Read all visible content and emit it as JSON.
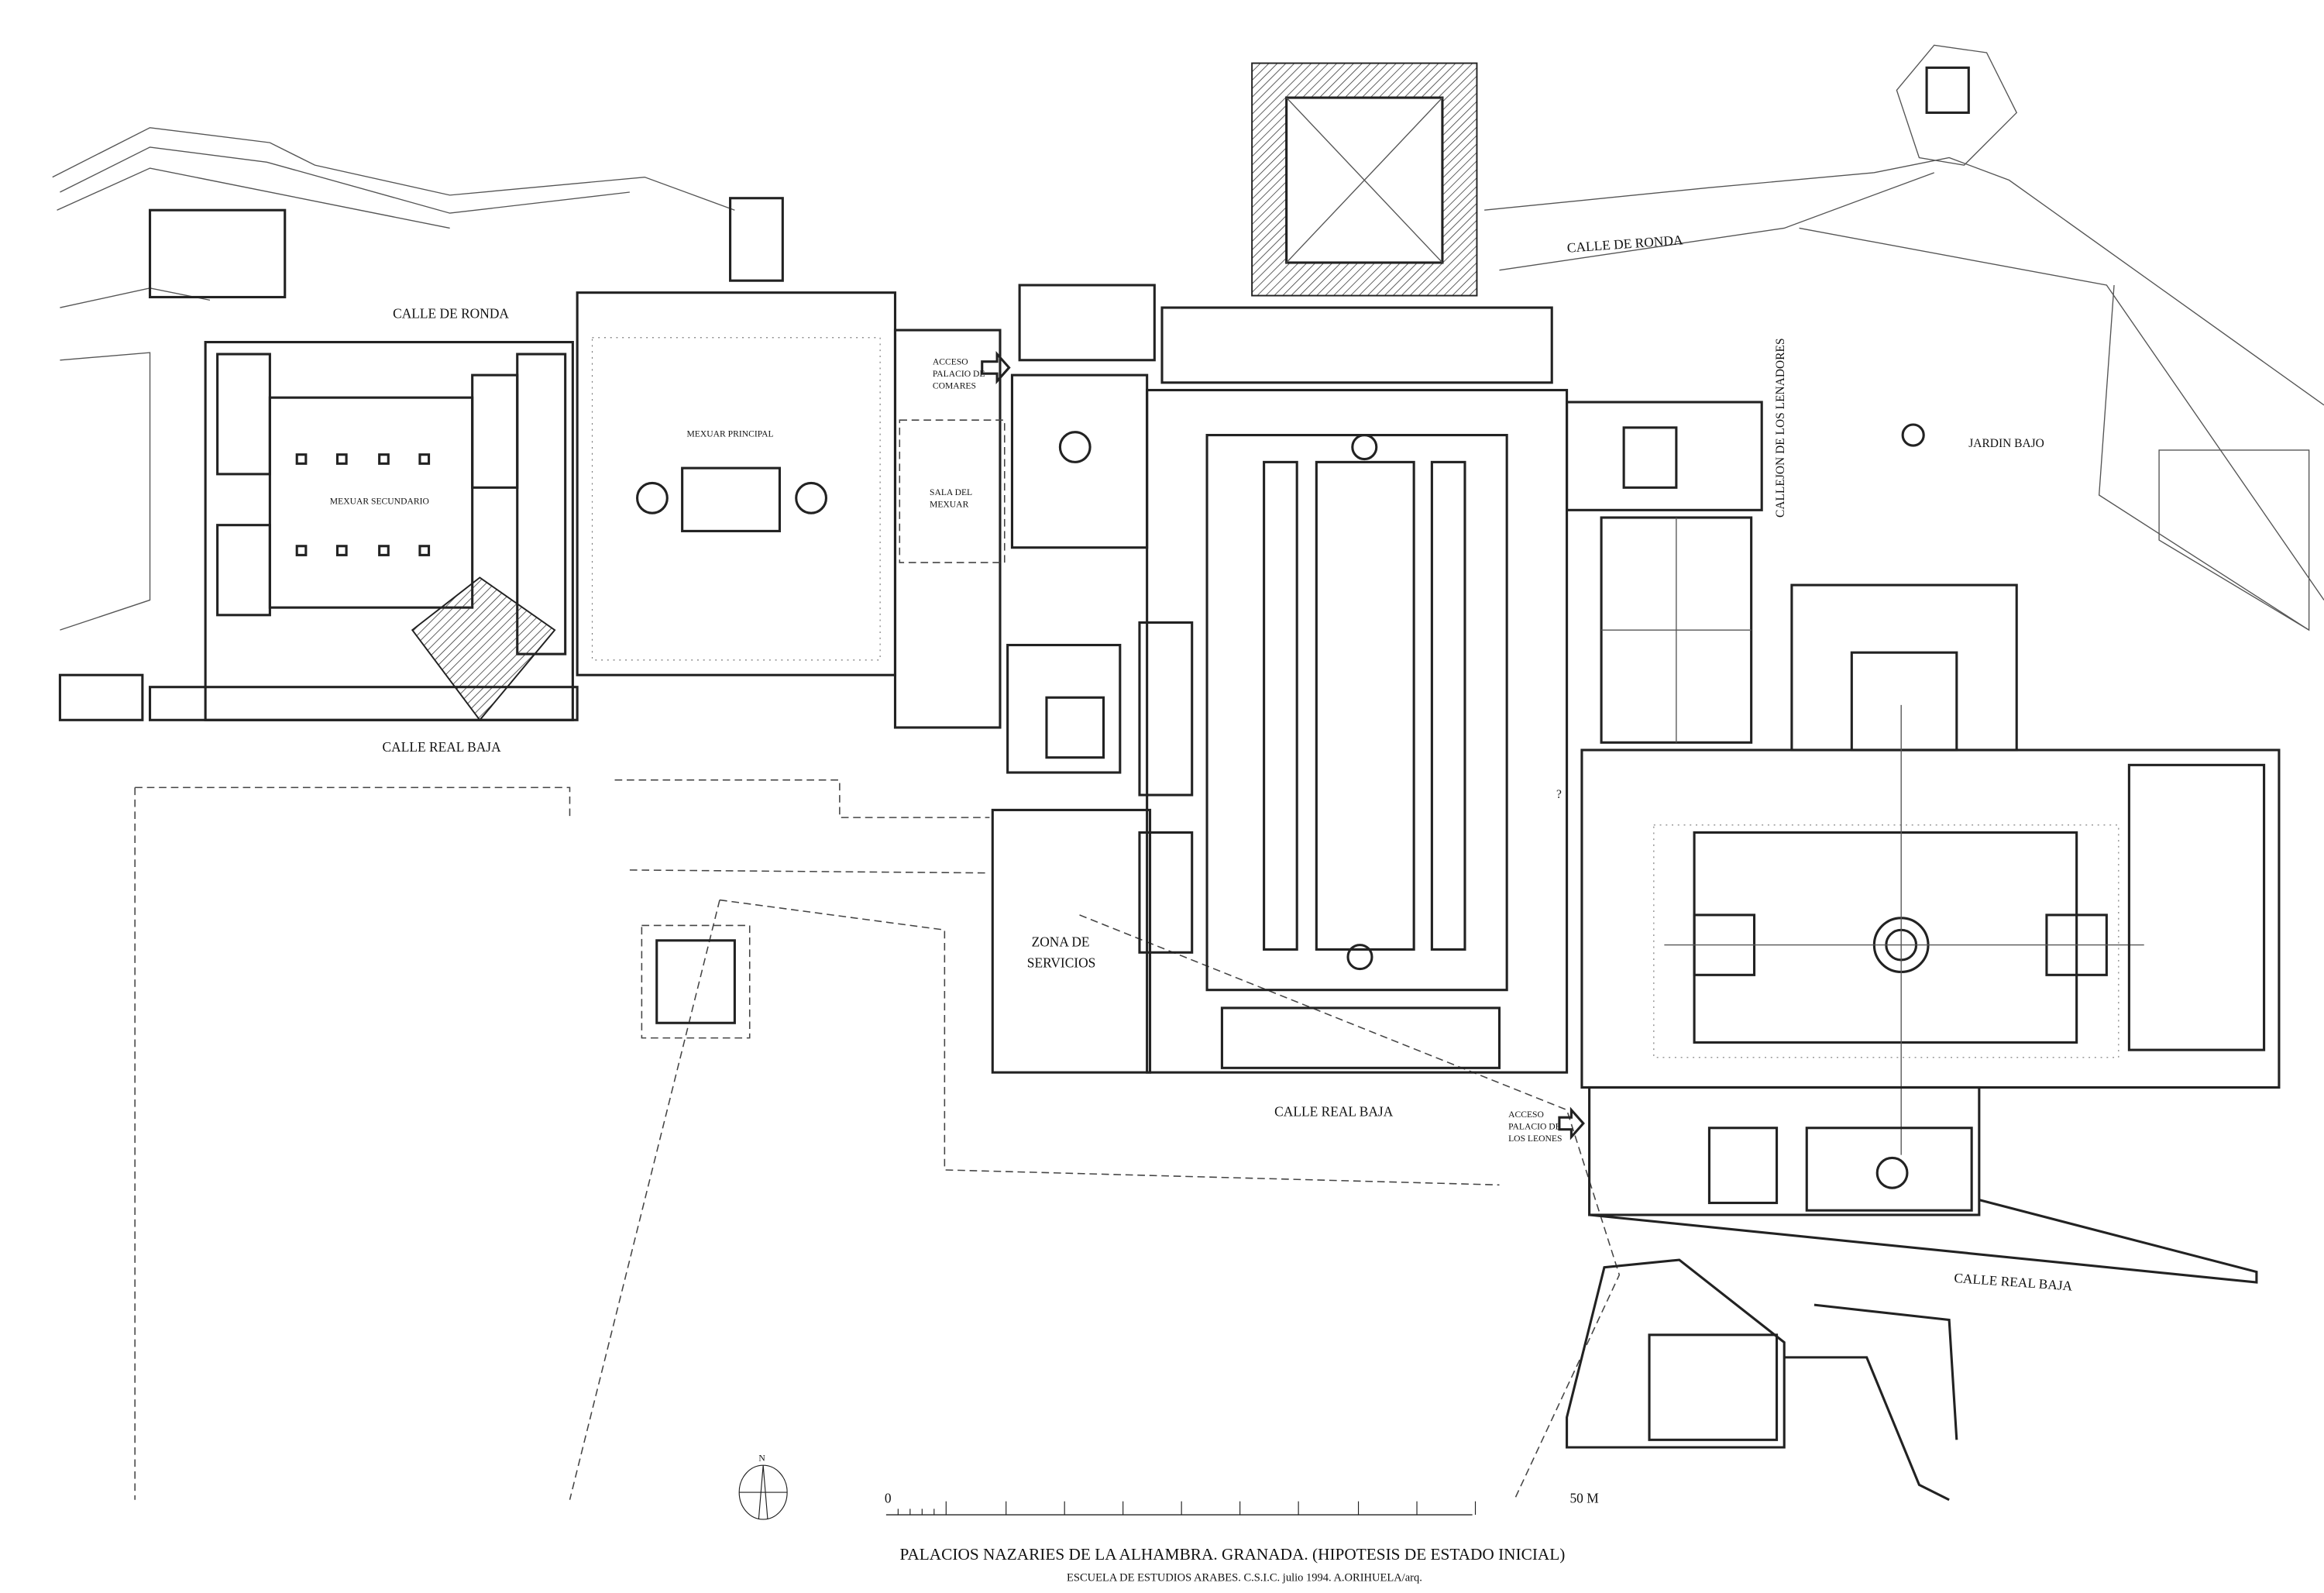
{
  "title": "PALACIOS NAZARIES DE LA ALHAMBRA. GRANADA. (HIPOTESIS DE ESTADO INICIAL)",
  "subtitle": "ESCUELA DE ESTUDIOS ARABES. C.S.I.C. julio 1994. A.ORIHUELA/arq.",
  "compass": {
    "label": "N"
  },
  "scale_bar": {
    "start": "0",
    "end": "50 M"
  },
  "labels": {
    "calle_ronda_west": "CALLE DE RONDA",
    "calle_ronda_east": "CALLE DE RONDA",
    "calle_real_baja_west": "CALLE REAL BAJA",
    "calle_real_baja_center": "CALLE REAL BAJA",
    "calle_real_baja_east": "CALLE REAL BAJA",
    "mexuar_principal": "MEXUAR PRINCIPAL",
    "mexuar_secundario": "MEXUAR SECUNDARIO",
    "acceso_comares": [
      "ACCESO",
      "PALACIO DE",
      "COMARES"
    ],
    "sala_mexuar": [
      "SALA DEL",
      "MEXUAR"
    ],
    "zona_servicios": [
      "ZONA DE",
      "SERVICIOS"
    ],
    "acceso_leones": [
      "ACCESO",
      "PALACIO DE",
      "LOS LEONES"
    ],
    "callejon": "CALLEJON DE LOS LENADORES",
    "jardin_bajo": "JARDIN BAJO",
    "question_mark": "?"
  }
}
